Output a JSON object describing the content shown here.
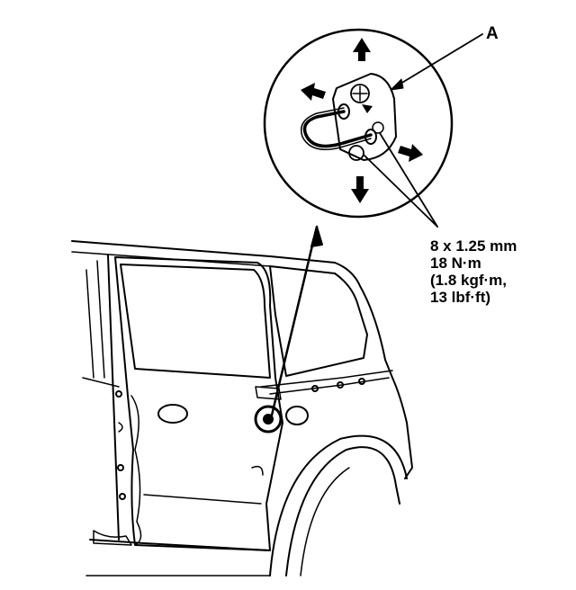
{
  "callout": {
    "letter": "A"
  },
  "spec": {
    "line1": "8 x 1.25 mm",
    "line2": "18 N·m",
    "line3": "(1.8 kgf·m,",
    "line4": "13 lbf·ft)"
  },
  "colors": {
    "ink": "#000000",
    "paper": "#ffffff"
  }
}
